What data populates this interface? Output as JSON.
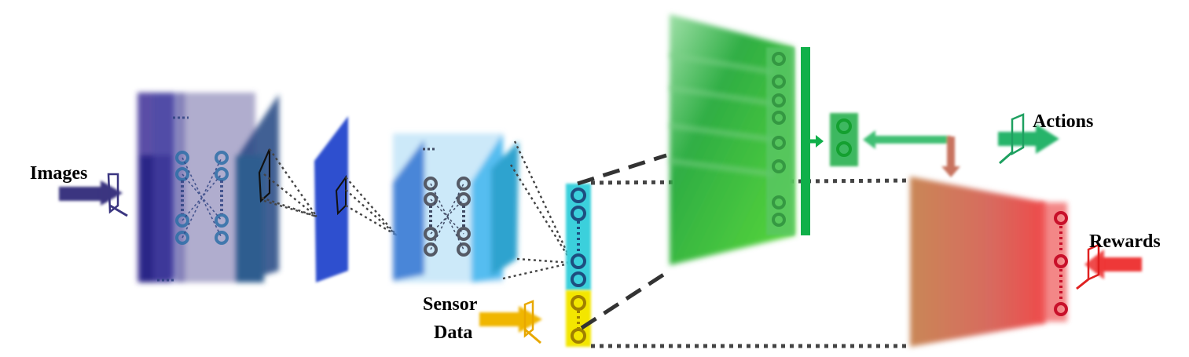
{
  "labels": {
    "images": "Images",
    "sensor_line1": "Sensor",
    "sensor_line2": "Data",
    "actions": "Actions",
    "rewards": "Rewards"
  },
  "colors": {
    "cnn_dark": "#2a2480",
    "cnn_mid": "#2f54c8",
    "cnn_light": "#4aa6e8",
    "feature_cyan": "#3ad2dc",
    "sensor_yellow": "#f5e500",
    "sensor_arrow": "#f0b600",
    "policy_green": "#22b24c",
    "value_red": "#e8302e",
    "value_brown": "#c87a58",
    "images_arrow": "#3a3580"
  },
  "icons": [
    "images-arrow-icon",
    "sensor-arrow-icon",
    "actions-arrow-icon",
    "rewards-arrow-icon"
  ]
}
